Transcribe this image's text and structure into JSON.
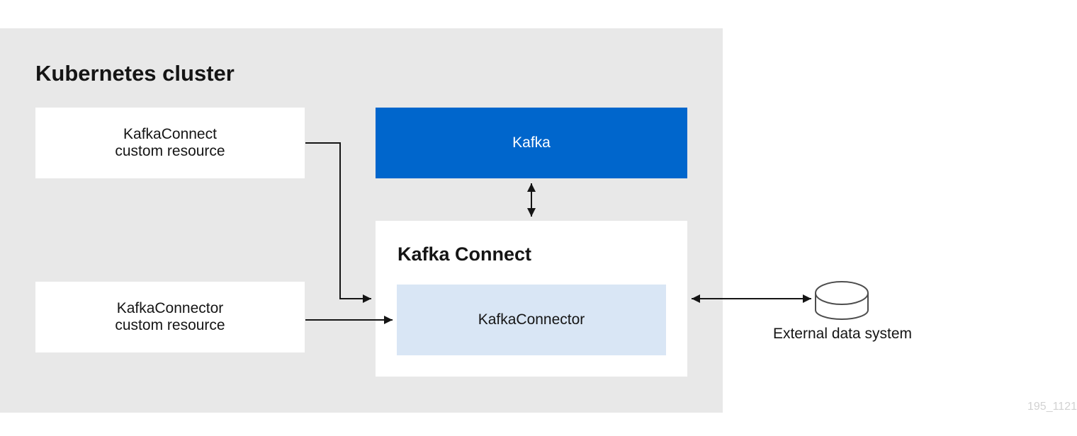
{
  "cluster": {
    "title": "Kubernetes cluster"
  },
  "resources": {
    "kafka_connect_cr": "KafkaConnect\ncustom resource",
    "kafka_connector_cr": "KafkaConnector\ncustom resource"
  },
  "kafka": {
    "label": "Kafka"
  },
  "kafka_connect": {
    "title": "Kafka Connect",
    "connector_label": "KafkaConnector"
  },
  "external": {
    "label": "External data system"
  },
  "footnote": "195_1121",
  "colors": {
    "cluster_bg": "#e8e8e8",
    "kafka_blue": "#0066cc",
    "connector_bg": "#d9e6f5",
    "text": "#151515",
    "line": "#151515"
  },
  "icons": {
    "database": "database-cylinder-icon"
  }
}
